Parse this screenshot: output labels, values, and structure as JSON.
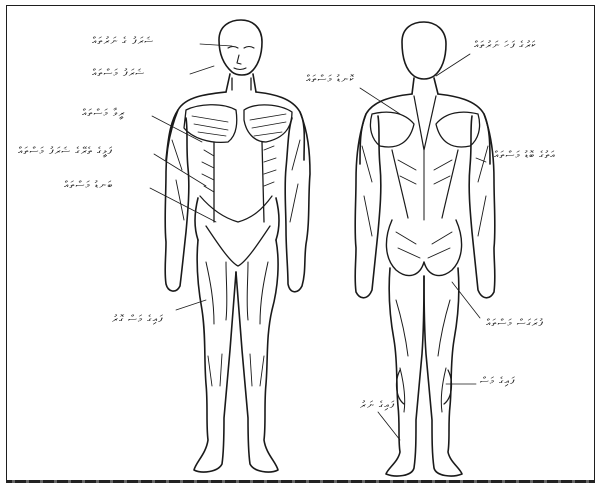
{
  "labels": {
    "head_muscles": "ޝަރަފު ގެ ނަރުތައް",
    "face_muscles": "ޝަރަފު މަސްތައް",
    "chest_muscles": "ރީވާ މަސްތައް",
    "intercostal_muscles": "ފަޅީގެ ތެރޭގެ ޝަރަފު މަސްތައް",
    "abdominal_muscles": "ބަނޑު މަސްތައް",
    "thigh_muscles": "ފައިގެ މަސް ގޮރު",
    "neck_back_muscles": "ކަރުގެ ފަހަ ނަރުތައް",
    "upper_back_muscles": "ކޮނޑު މަސްތައް",
    "arm_muscles": "އަތުގެ ބޮޑު މަސްތައް",
    "gluteal_muscles": "ފުރަގަސް މަސްތައް",
    "calf_muscles": "ފައިގެ މަސް",
    "heel_tendon": "ފައިގެ ނަރު"
  }
}
